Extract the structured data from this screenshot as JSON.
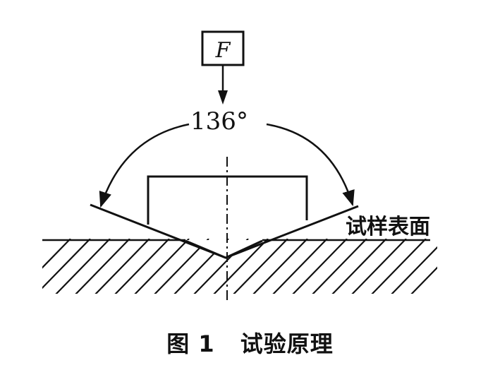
{
  "diagram": {
    "force_label": "F",
    "angle_label": "136°",
    "surface_label": "试样表面"
  },
  "caption": {
    "figure_number": "图 1",
    "title": "试验原理"
  }
}
